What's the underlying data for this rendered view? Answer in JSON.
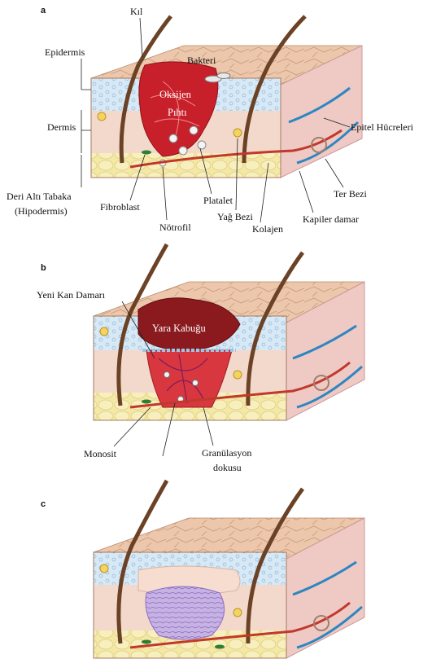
{
  "panels": [
    {
      "letter": "a",
      "labels": {
        "hair": "Kıl",
        "epidermis": "Epidermis",
        "dermis": "Dermis",
        "hypodermis_1": "Deri Altı Tabaka",
        "hypodermis_2": "(Hipodermis)",
        "bacteria": "Bakteri",
        "oxygen": "Oksijen",
        "clot": "Pıhtı",
        "epithelial_cells": "Epitel Hücreleri",
        "sweat_gland": "Ter Bezi",
        "fibroblast": "Fibroblast",
        "neutrophil": "Nötrofil",
        "platelet": "Platalet",
        "sebaceous_gland": "Yağ Bezi",
        "collagen": "Kolajen",
        "capillary": "Kapiler damar"
      }
    },
    {
      "letter": "b",
      "labels": {
        "new_vessel": "Yeni Kan Damarı",
        "scab": "Yara Kabuğu",
        "monocyte": "Monosit",
        "granulation_1": "Granülasyon",
        "granulation_2": "dokusu"
      }
    },
    {
      "letter": "c",
      "labels": {}
    }
  ],
  "colors": {
    "skin_top": "#e9c2a6",
    "epidermis": "#d6e8f5",
    "dermis": "#f1d6c9",
    "fat": "#f3e7a6",
    "blood": "#c8202a",
    "vessel_red": "#c0392b",
    "vessel_blue": "#2e86c1",
    "hair": "#6b4226",
    "scar": "#a98bd1"
  }
}
